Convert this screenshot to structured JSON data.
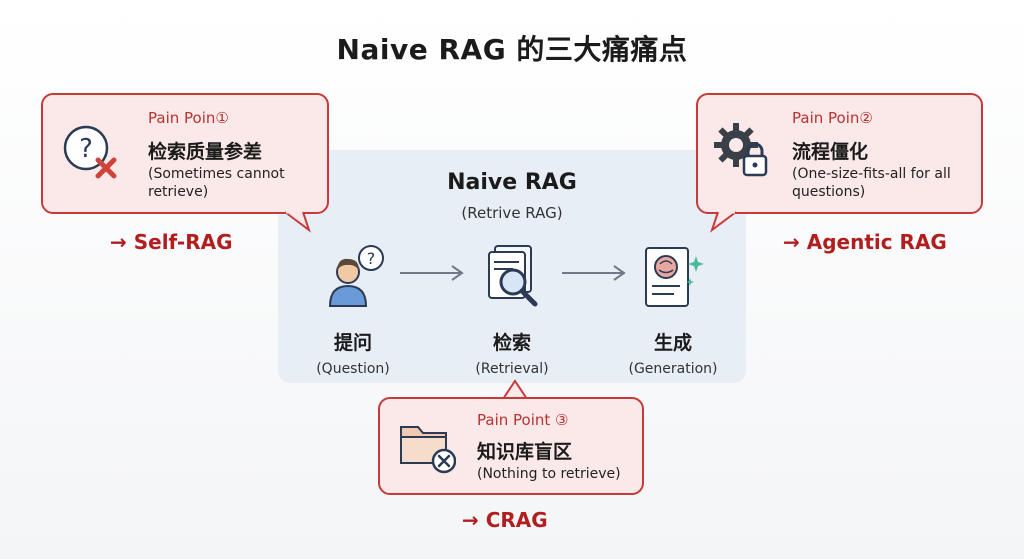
{
  "title": "Naive RAG 的三大痛痛点",
  "panel": {
    "title": "Naive RAG",
    "subtitle": "(Retrive RAG)",
    "steps": [
      {
        "label": "提问",
        "sub": "(Question)",
        "icon": "person-question-icon"
      },
      {
        "label": "检索",
        "sub": "(Retrieval)",
        "icon": "document-search-icon"
      },
      {
        "label": "生成",
        "sub": "(Generation)",
        "icon": "brain-document-icon"
      }
    ]
  },
  "pain_points": [
    {
      "tag": "Pain Poin①",
      "title": "检索质量参差",
      "desc_line1": "(Sometimes cannot",
      "desc_line2": "retrieve)",
      "solution": "→ Self-RAG",
      "icon": "question-cross-icon"
    },
    {
      "tag": "Pain Poin②",
      "title": "流程僵化",
      "desc_line1": "(One-size-fits-all for all",
      "desc_line2": "questions)",
      "solution": "→ Agentic RAG",
      "icon": "gear-lock-icon"
    },
    {
      "tag": "Pain Point ③",
      "title": "知识库盲区",
      "desc_line1": "(Nothing to retrieve)",
      "desc_line2": "",
      "solution": "→ CRAG",
      "icon": "folder-cross-icon"
    }
  ],
  "colors": {
    "accent": "#c83a3a",
    "callout_bg": "#fbe9e9",
    "panel_bg": "#e7eef6",
    "solution": "#b21e1e"
  }
}
